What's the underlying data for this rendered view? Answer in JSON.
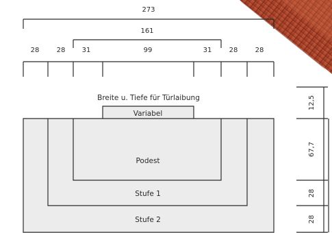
{
  "dimensions": {
    "total": "273",
    "inner": "161",
    "segments": [
      "28",
      "28",
      "31",
      "99",
      "31",
      "28",
      "28"
    ],
    "vertical": [
      "12,5",
      "67,7",
      "28",
      "28"
    ]
  },
  "labels": {
    "caption": "Breite u. Tiefe für Türlaibung",
    "variabel": "Variabel",
    "podest": "Podest",
    "stufe1": "Stufe 1",
    "stufe2": "Stufe 2"
  },
  "colors": {
    "fill": "#ececec",
    "line": "#2b2b2b",
    "brick": "#b4452c"
  }
}
